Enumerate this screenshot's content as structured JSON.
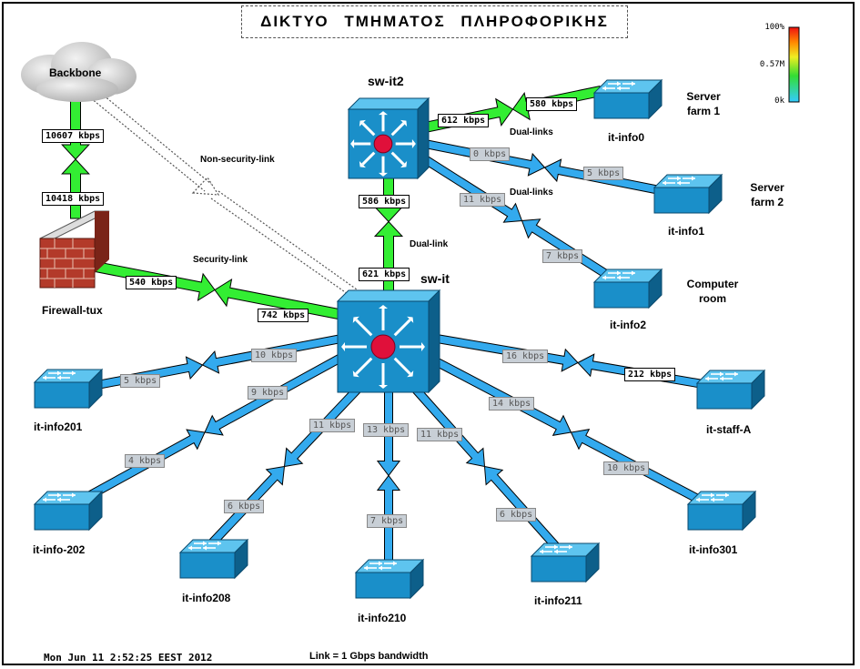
{
  "title": "ΔΙΚΤΥΟ ΤΜΗΜΑΤΟΣ ΠΛΗΡΟΦΟΡΙΚΗΣ",
  "legend": {
    "max": "100%",
    "mid": "0.57M",
    "min": "0k"
  },
  "nodes": {
    "backbone": "Backbone",
    "firewall": "Firewall-tux",
    "sw_it2": "sw-it2",
    "sw_it": "sw-it",
    "it_info0": "it-info0",
    "it_info1": "it-info1",
    "it_info2": "it-info2",
    "it_info201": "it-info201",
    "it_info202": "it-info-202",
    "it_info208": "it-info208",
    "it_info210": "it-info210",
    "it_info211": "it-info211",
    "it_info301": "it-info301",
    "it_staff_a": "it-staff-A"
  },
  "notes": {
    "server_farm1_a": "Server",
    "server_farm1_b": "farm 1",
    "server_farm2_a": "Server",
    "server_farm2_b": "farm 2",
    "computer_room_a": "Computer",
    "computer_room_b": "room",
    "non_security_link": "Non-security-link",
    "security_link": "Security-link",
    "dual_links_1": "Dual-links",
    "dual_links_2": "Dual-links",
    "dual_link": "Dual-link"
  },
  "links": {
    "bb_out": "10607 kbps",
    "bb_in": "10418 kbps",
    "fw_out": "540 kbps",
    "fw_in": "742 kbps",
    "it2_it_down": "586 kbps",
    "it2_it_up": "621 kbps",
    "info0_in": "580 kbps",
    "info0_out": "612 kbps",
    "info1_a": "0 kbps",
    "info1_b": "5 kbps",
    "info2_a": "11 kbps",
    "info2_b": "7 kbps",
    "info201_a": "10 kbps",
    "info201_b": "5 kbps",
    "info202_a": "9 kbps",
    "info202_b": "4 kbps",
    "info208_a": "11 kbps",
    "info208_b": "6 kbps",
    "info210_a": "13 kbps",
    "info210_b": "7 kbps",
    "info211_a": "11 kbps",
    "info211_b": "6 kbps",
    "info301_a": "14 kbps",
    "info301_b": "10 kbps",
    "staff_a": "16 kbps",
    "staff_b": "212 kbps"
  },
  "footer": {
    "timestamp": "Mon Jun 11 2:52:25 EEST 2012",
    "bandwidth": "Link = 1 Gbps bandwidth"
  },
  "colors": {
    "active": "#33ee33",
    "idle": "#33aaee",
    "switch_front": "#1a8fc9",
    "switch_top": "#5ec4ef",
    "switch_side": "#0d5f8a",
    "cloud": "#c9c9c9",
    "brick": "#b33a2a"
  }
}
